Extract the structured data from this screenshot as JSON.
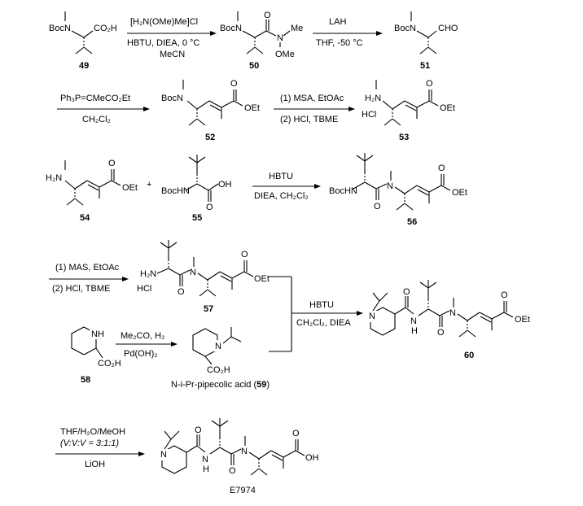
{
  "compounds": {
    "c49": "49",
    "c50": "50",
    "c51": "51",
    "c52": "52",
    "c53": "53",
    "c54": "54",
    "c55": "55",
    "c56": "56",
    "c57": "57",
    "c58": "58",
    "c59_prefix": "N-i-Pr-pipecolic acid (",
    "c59": "59",
    "c59_suffix": ")",
    "c60": "60",
    "final": "E7974"
  },
  "conditions": {
    "s1_top": "[H₂N(OMe)Me]Cl",
    "s1_mid": "HBTU, DIEA, 0 °C",
    "s1_bot": "MeCN",
    "s2_top": "LAH",
    "s2_bot": "THF, -50 °C",
    "s3_top": "Ph₃P=CMeCO₂Et",
    "s3_bot": "CH₂Cl₂",
    "s4_top": "(1) MSA, EtOAc",
    "s4_bot": "(2) HCl, TBME",
    "s5_top": "HBTU",
    "s5_bot": "DIEA, CH₂Cl₂",
    "s6_top": "(1) MAS, EtOAc",
    "s6_bot": "(2) HCl, TBME",
    "s7_top": "Me₂CO, H₂",
    "s7_bot": "Pd(OH)₂",
    "s8_top": "HBTU",
    "s8_bot": "CH₂Cl₂, DIEA",
    "s9_top": "THF/H₂O/MeOH",
    "s9_mid": "(V:V:V = 3:1:1)",
    "s9_bot": "LiOH"
  },
  "atoms": {
    "boc_n": "BocN",
    "boc_hn": "BocHN",
    "co2h": "CO₂H",
    "cho": "CHO",
    "oet": "OEt",
    "oh": "OH",
    "ome": "OMe",
    "me": "Me",
    "n": "N",
    "o": "O",
    "h2n": "H₂N",
    "hcl": "HCl",
    "nh": "NH",
    "h": "H",
    "plus": "+"
  }
}
